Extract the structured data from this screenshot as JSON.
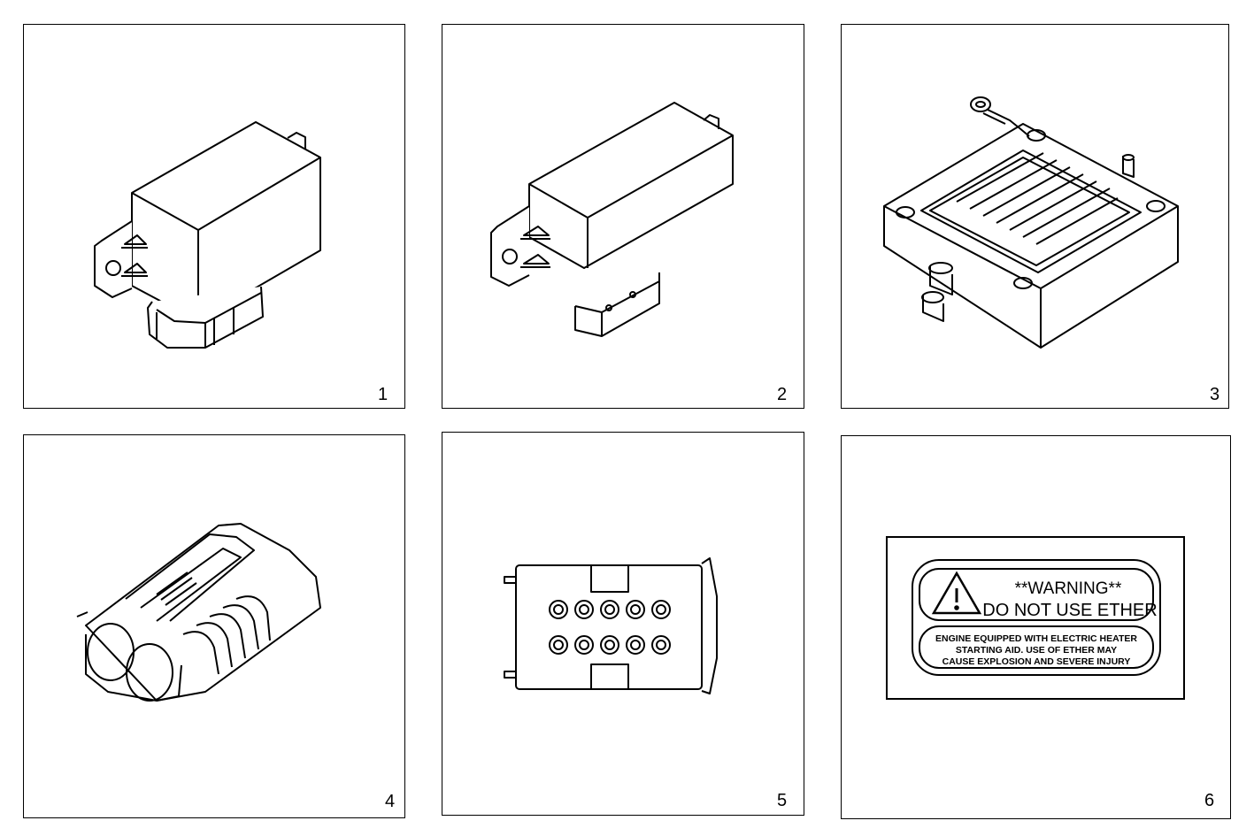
{
  "panels": [
    {
      "number": "1",
      "icon": "relay-module-icon"
    },
    {
      "number": "2",
      "icon": "relay-module-icon"
    },
    {
      "number": "3",
      "icon": "intake-heater-grid-icon"
    },
    {
      "number": "4",
      "icon": "two-way-connector-icon"
    },
    {
      "number": "5",
      "icon": "ten-pin-connector-icon"
    },
    {
      "number": "6",
      "icon": "warning-label-icon"
    }
  ],
  "warning_label": {
    "heading": "**WARNING**",
    "subheading": "DO NOT USE ETHER",
    "line1": "ENGINE EQUIPPED WITH ELECTRIC HEATER",
    "line2": "STARTING AID. USE OF ETHER MAY",
    "line3": "CAUSE EXPLOSION AND SEVERE INJURY"
  },
  "colors": {
    "line": "#000000",
    "background": "#ffffff"
  }
}
